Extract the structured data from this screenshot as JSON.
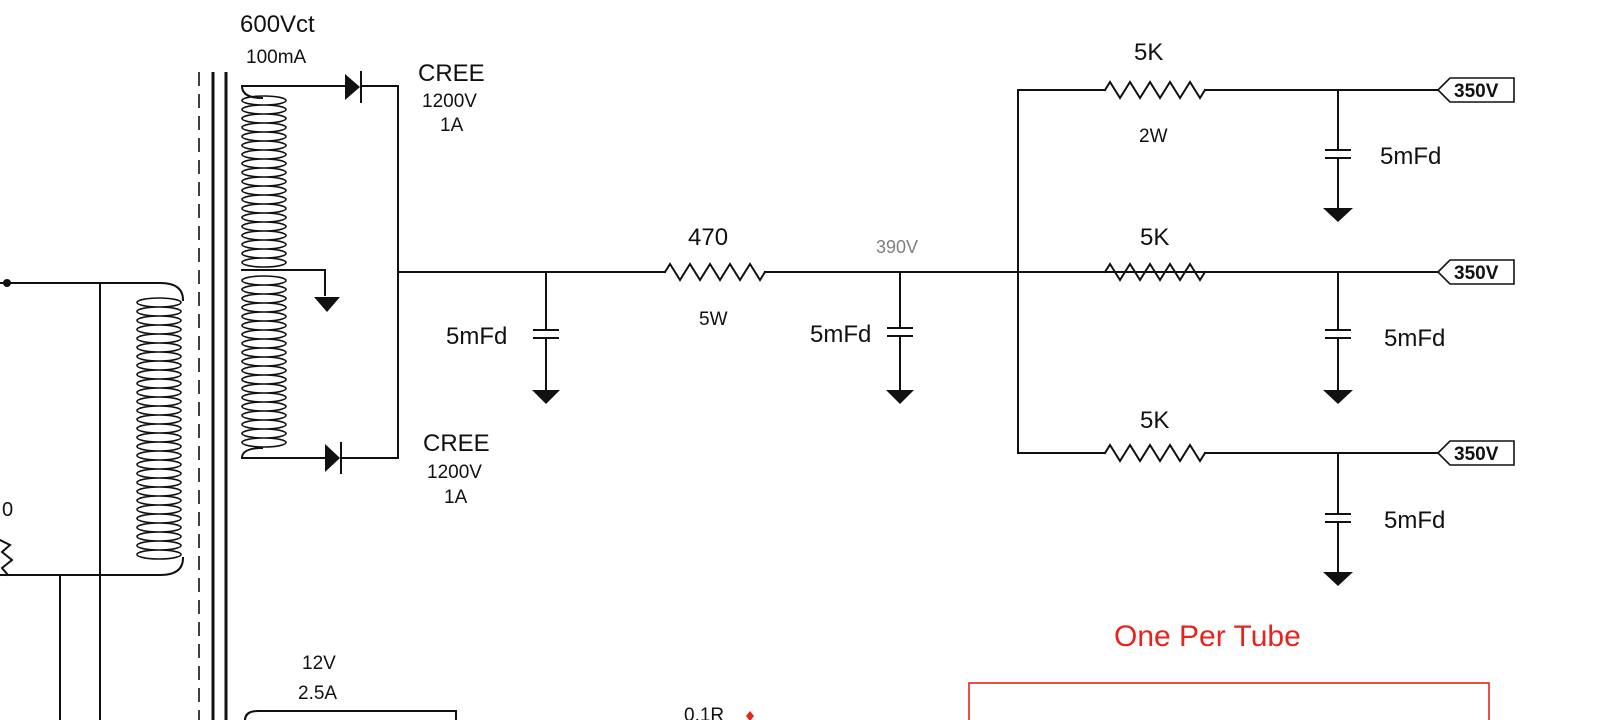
{
  "colors": {
    "wire": "#111111",
    "note": "#e8231c",
    "voltage_note": "#808080"
  },
  "transformer": {
    "secondary_rating": "600Vct",
    "secondary_current": "100mA",
    "heater_voltage": "12V",
    "heater_current": "2.5A"
  },
  "diodes": [
    {
      "name": "CREE",
      "voltage": "1200V",
      "current": "1A"
    },
    {
      "name": "CREE",
      "voltage": "1200V",
      "current": "1A"
    }
  ],
  "filter": {
    "cap1": "5mFd",
    "resistor_value": "470",
    "resistor_power": "5W",
    "cap2": "5mFd",
    "node_voltage": "390V"
  },
  "branches": [
    {
      "resistor": "5K",
      "power": "2W",
      "cap": "5mFd",
      "output": "350V"
    },
    {
      "resistor": "5K",
      "power": "",
      "cap": "5mFd",
      "output": "350V"
    },
    {
      "resistor": "5K",
      "power": "",
      "cap": "5mFd",
      "output": "350V"
    }
  ],
  "fragments": {
    "left_partial": "0",
    "bottom_resistor": "0.1R"
  },
  "note": "One Per Tube"
}
